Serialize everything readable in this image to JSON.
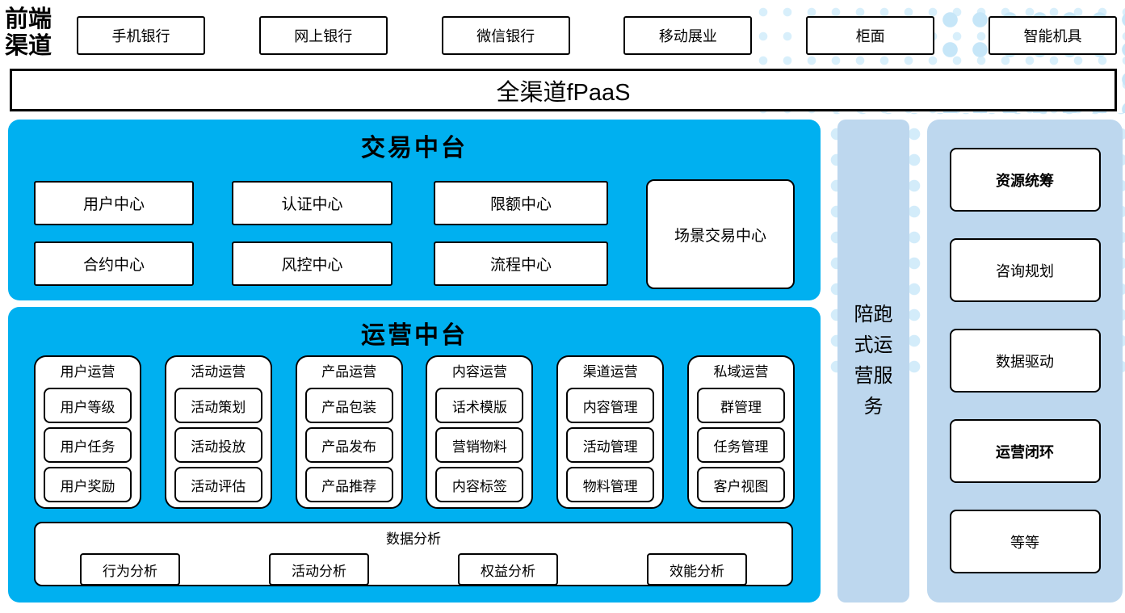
{
  "colors": {
    "accent_blue": "#00B0F0",
    "light_blue": "#BDD7EE",
    "dot_blue": "#D3ECFA"
  },
  "frontend": {
    "label": "前端渠道",
    "channels": [
      "手机银行",
      "网上银行",
      "微信银行",
      "移动展业",
      "柜面",
      "智能机具"
    ]
  },
  "fpaas": {
    "label": "全渠道fPaaS"
  },
  "trade_platform": {
    "title": "交易中台",
    "centers": [
      "用户中心",
      "认证中心",
      "限额中心",
      "合约中心",
      "风控中心",
      "流程中心"
    ],
    "scene_center": "场景交易中心"
  },
  "ops_platform": {
    "title": "运营中台",
    "groups": [
      {
        "title": "用户运营",
        "items": [
          "用户等级",
          "用户任务",
          "用户奖励"
        ]
      },
      {
        "title": "活动运营",
        "items": [
          "活动策划",
          "活动投放",
          "活动评估"
        ]
      },
      {
        "title": "产品运营",
        "items": [
          "产品包装",
          "产品发布",
          "产品推荐"
        ]
      },
      {
        "title": "内容运营",
        "items": [
          "话术模版",
          "营销物料",
          "内容标签"
        ]
      },
      {
        "title": "渠道运营",
        "items": [
          "内容管理",
          "活动管理",
          "物料管理"
        ]
      },
      {
        "title": "私域运营",
        "items": [
          "群管理",
          "任务管理",
          "客户视图"
        ]
      }
    ],
    "analytics": {
      "title": "数据分析",
      "items": [
        "行为分析",
        "活动分析",
        "权益分析",
        "效能分析"
      ]
    }
  },
  "service_band": {
    "label": "陪跑式运营服务"
  },
  "service_panel": {
    "items": [
      {
        "label": "资源统筹",
        "bold": true
      },
      {
        "label": "咨询规划",
        "bold": false
      },
      {
        "label": "数据驱动",
        "bold": false
      },
      {
        "label": "运营闭环",
        "bold": true
      },
      {
        "label": "等等",
        "bold": false
      }
    ]
  }
}
